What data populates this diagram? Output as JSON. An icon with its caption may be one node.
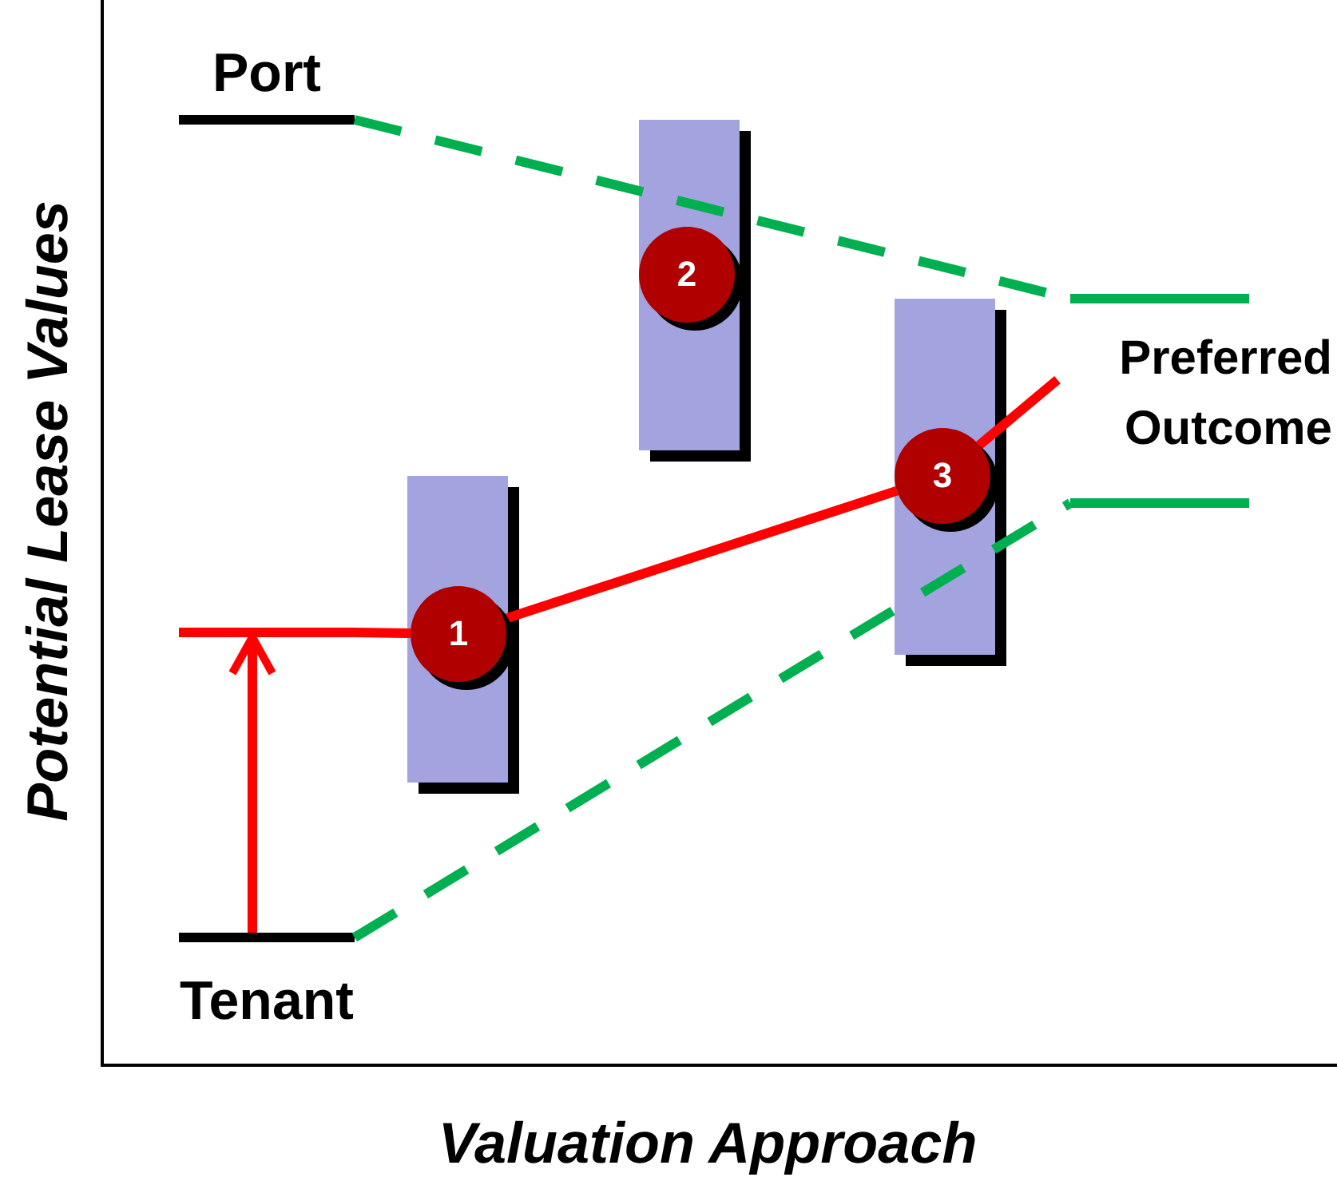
{
  "diagram": {
    "nodes": [
      {
        "text": [
          "Port"
        ]
      },
      {
        "text": [
          "Tenant"
        ]
      },
      {
        "text": [],
        "shape": "box"
      },
      {
        "text": [
          "1"
        ],
        "in": 2
      },
      {
        "text": [],
        "shape": "box"
      },
      {
        "text": [
          "2"
        ],
        "in": 4
      },
      {
        "text": [],
        "shape": "box"
      },
      {
        "text": [
          "3"
        ],
        "in": 6
      },
      {
        "text": [
          "Preferred Outcome"
        ]
      },
      {
        "text": [],
        "shape": "bar"
      },
      {
        "text": [],
        "shape": "bar"
      },
      {
        "text": [],
        "shape": "bar"
      }
    ],
    "edges": [
      {
        "from": 1,
        "to": 9,
        "arrow": "to"
      },
      {
        "from": 9,
        "to": 3,
        "arrow": "none"
      },
      {
        "from": 3,
        "to": 7,
        "arrow": "none"
      },
      {
        "from": 7,
        "to": 8,
        "arrow": "none"
      },
      {
        "from": 0,
        "to": 10,
        "arrow": "none",
        "style": "dashed",
        "color": "#00b050"
      },
      {
        "from": 1,
        "to": 11,
        "arrow": "none",
        "style": "dashed",
        "color": "#00b050"
      }
    ],
    "labels": [
      "Potential Lease Values",
      "Valuation Approach"
    ]
  }
}
